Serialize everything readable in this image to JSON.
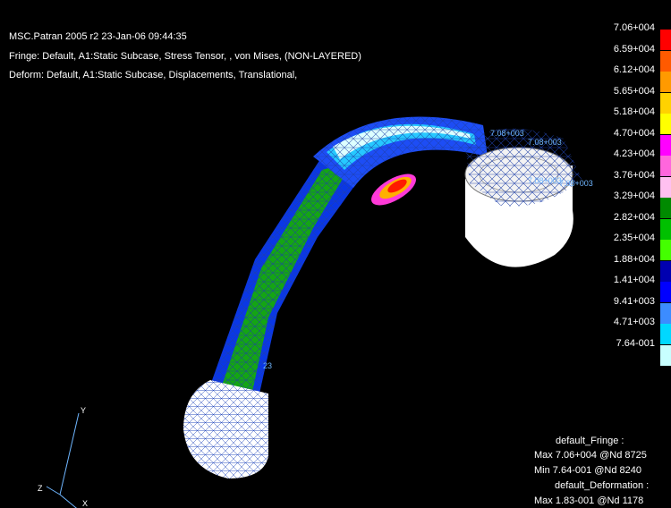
{
  "header": {
    "line1": "MSC.Patran 2005 r2 23-Jan-06 09:44:35",
    "line2": "Fringe: Default, A1:Static Subcase, Stress Tensor, , von Mises, (NON-LAYERED)",
    "line3": "Deform: Default, A1:Static Subcase, Displacements, Translational,"
  },
  "legend": {
    "labels": [
      "7.06+004",
      "6.59+004",
      "6.12+004",
      "5.65+004",
      "5.18+004",
      "4.70+004",
      "4.23+004",
      "3.76+004",
      "3.29+004",
      "2.82+004",
      "2.35+004",
      "1.88+004",
      "1.41+004",
      "9.41+003",
      "4.71+003",
      "7.64-001"
    ],
    "colors": [
      "#ff0000",
      "#ff5a00",
      "#ff9a00",
      "#ffd200",
      "#ffff00",
      "#ff00ff",
      "#ff66dd",
      "#ffc0f0",
      "#008a00",
      "#00c000",
      "#44ff00",
      "#0000b0",
      "#0000ff",
      "#3c8cff",
      "#00d8ff",
      "#c8ffff"
    ]
  },
  "info": {
    "fringe_title": "default_Fringe :",
    "fringe_max": "Max 7.06+004 @Nd 8725",
    "fringe_min": "Min 7.64-001 @Nd 8240",
    "deform_title": "default_Deformation :",
    "deform_max": "Max 1.83-001 @Nd 1178"
  },
  "model": {
    "labels": [
      "7.08+003",
      "7.08+003",
      "7.08+003",
      "7.08+003",
      "23"
    ]
  },
  "axes": {
    "x": "X",
    "y": "Y",
    "z": "Z"
  }
}
